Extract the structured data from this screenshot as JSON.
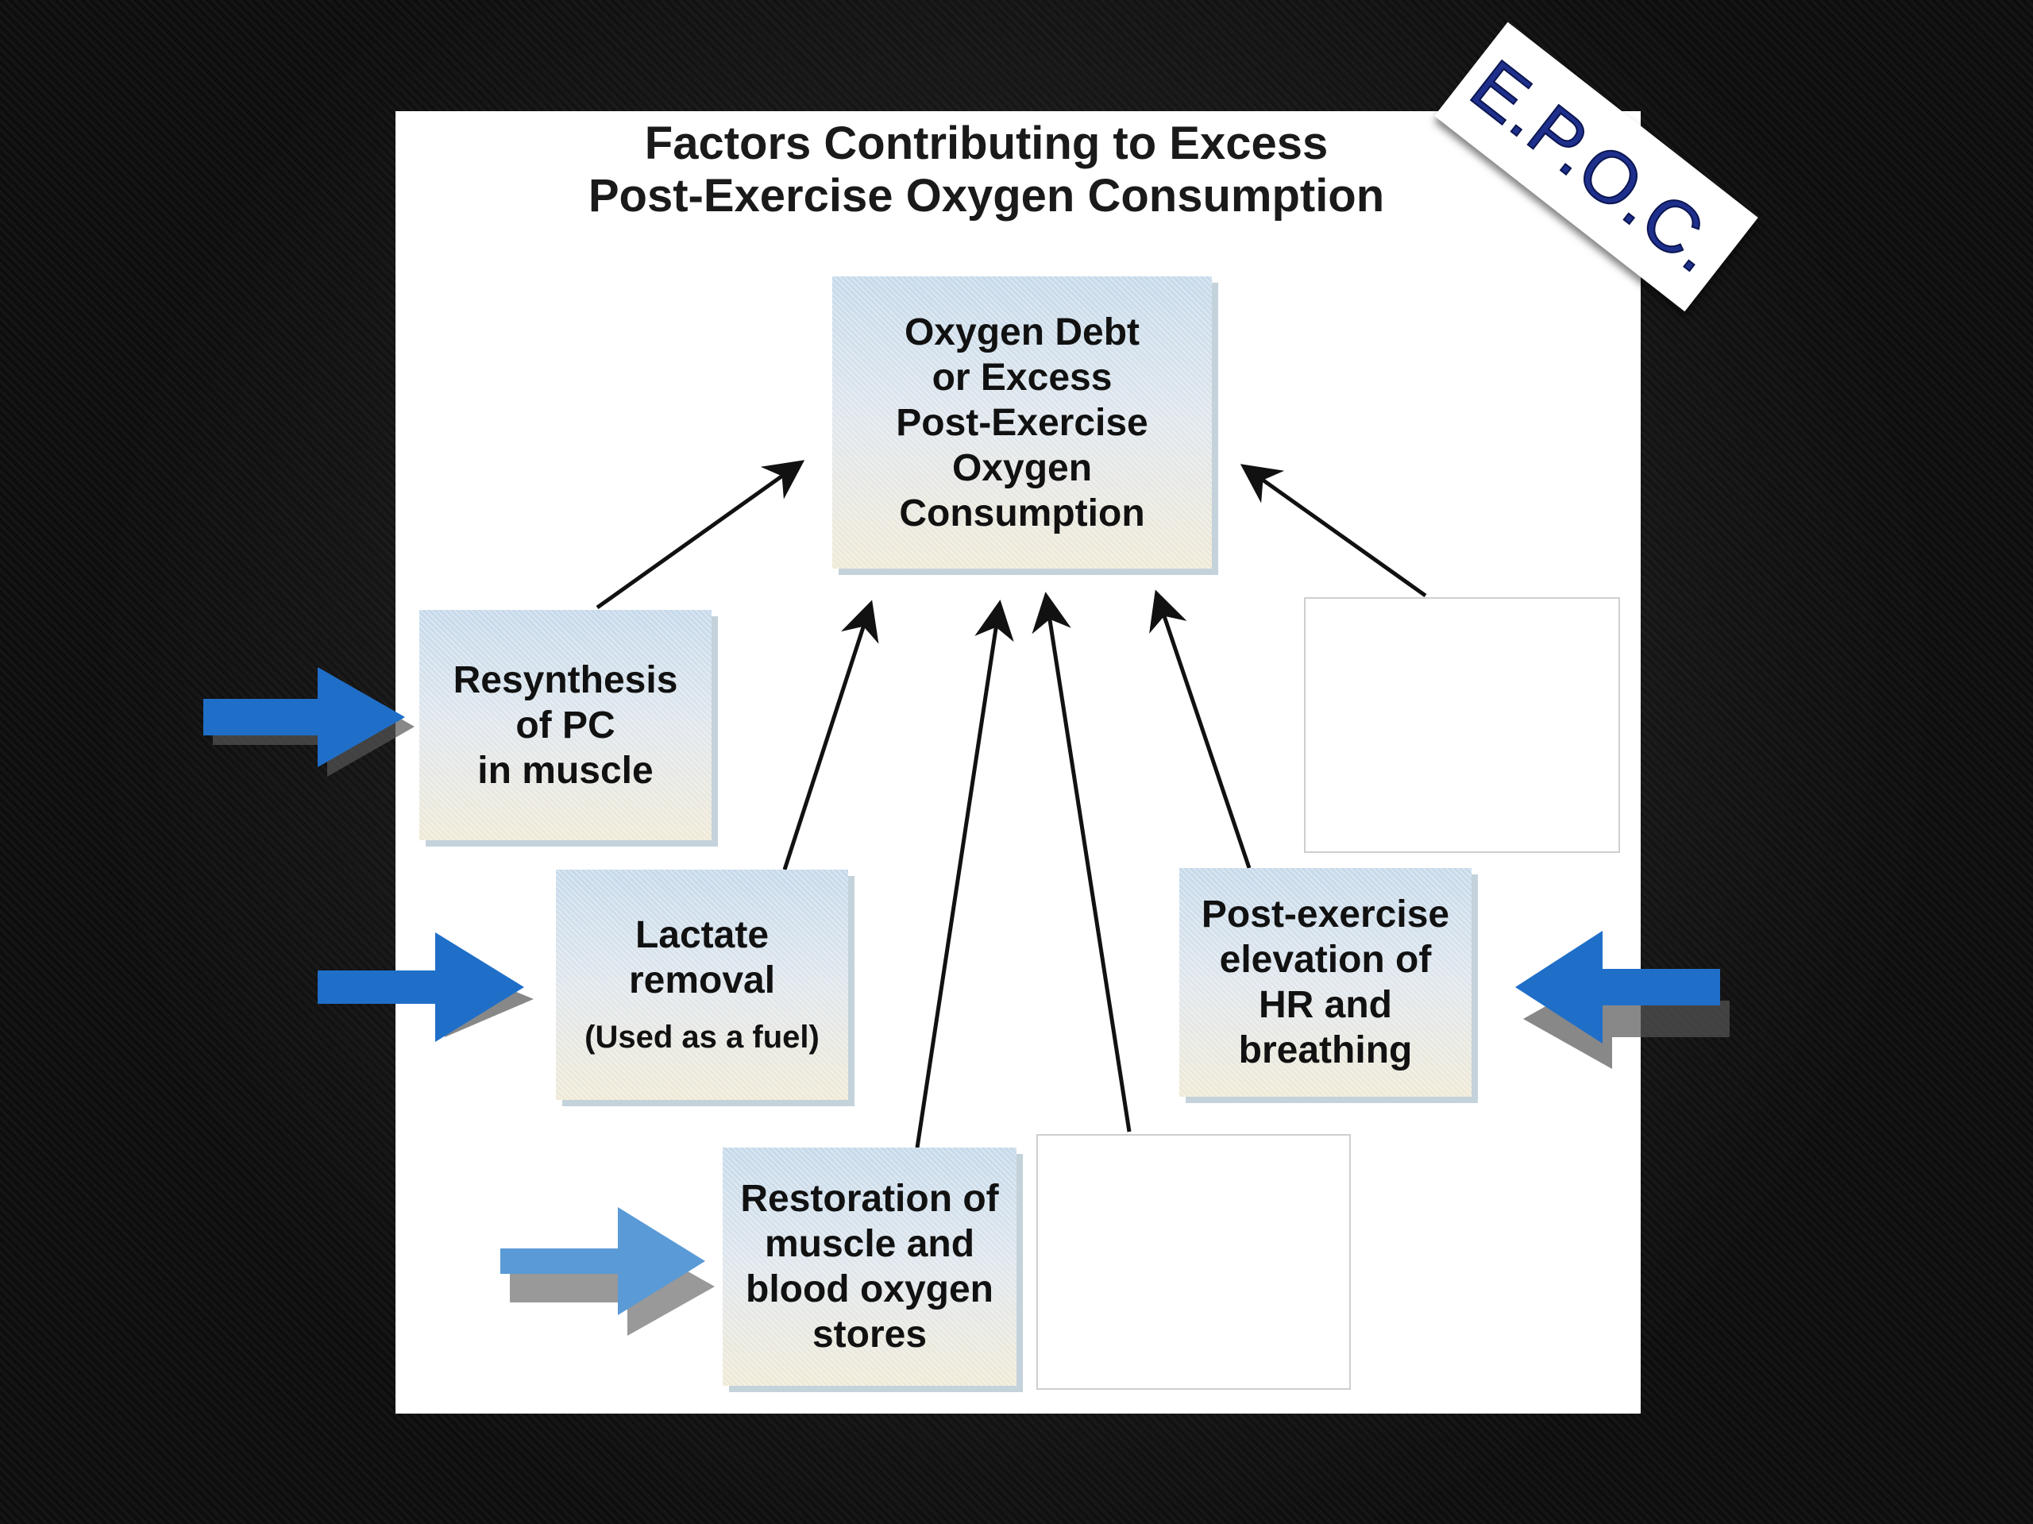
{
  "title_lines": [
    "Factors Contributing to Excess",
    "Post-Exercise Oxygen Consumption"
  ],
  "stamp": "E.P.O.C.",
  "boxes": {
    "center": [
      "Oxygen Debt",
      "or Excess",
      "Post-Exercise",
      "Oxygen",
      "Consumption"
    ],
    "pc": [
      "Resynthesis",
      "of PC",
      "in muscle"
    ],
    "lactate": [
      "Lactate",
      "removal"
    ],
    "lactate_note": "(Used as a fuel)",
    "hr": [
      "Post-exercise",
      "elevation of",
      "HR and",
      "breathing"
    ],
    "oxygen_stores": [
      "Restoration of",
      "muscle and",
      "blood oxygen",
      "stores"
    ]
  },
  "colors": {
    "pointer_arrow": "#1f6fc9",
    "pointer_arrow_light": "#5a9ad6",
    "connector": "#111111"
  }
}
